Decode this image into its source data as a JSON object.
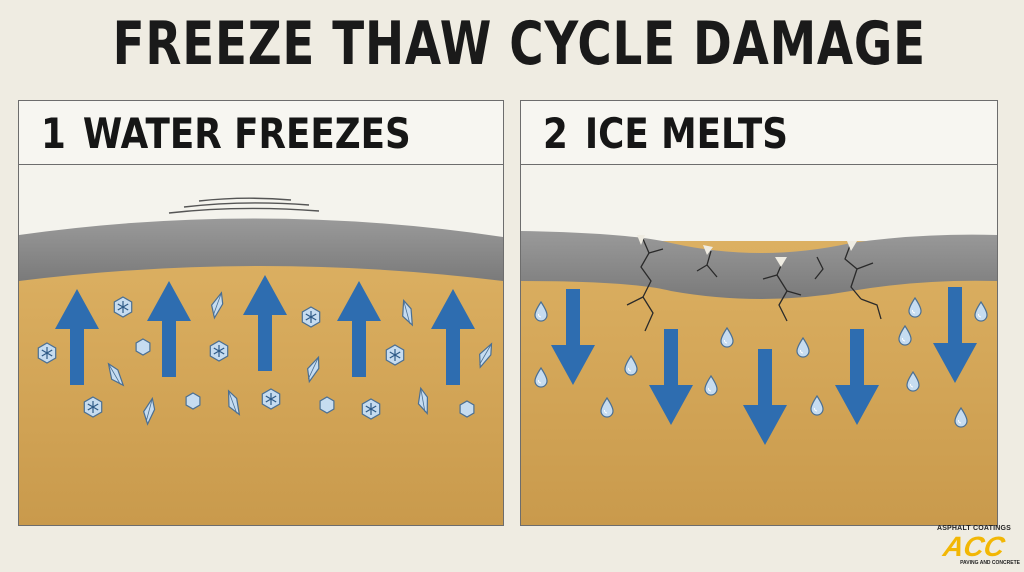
{
  "title": "FREEZE THAW CYCLE DAMAGE",
  "panels": [
    {
      "number": "1",
      "label": "WATER FREEZES"
    },
    {
      "number": "2",
      "label": "ICE MELTS"
    }
  ],
  "logo": {
    "top_text": "ASPHALT COATINGS",
    "mark": "ACC",
    "bottom_text": "PAVING AND CONCRETE"
  },
  "colors": {
    "background": "#efece2",
    "soil": "#d8ad5d",
    "asphalt": "#8b8b8b",
    "arrow": "#2e6db0",
    "ice": "#a8c7e6",
    "water": "#b9d4ea",
    "logo": "#f2b705"
  },
  "icons": {
    "up_arrows": "arrow-up-icon",
    "down_arrows": "arrow-down-icon",
    "ice_crystals": "ice-crystal-icon",
    "water_drops": "water-drop-icon",
    "cracks": "crack-icon"
  }
}
